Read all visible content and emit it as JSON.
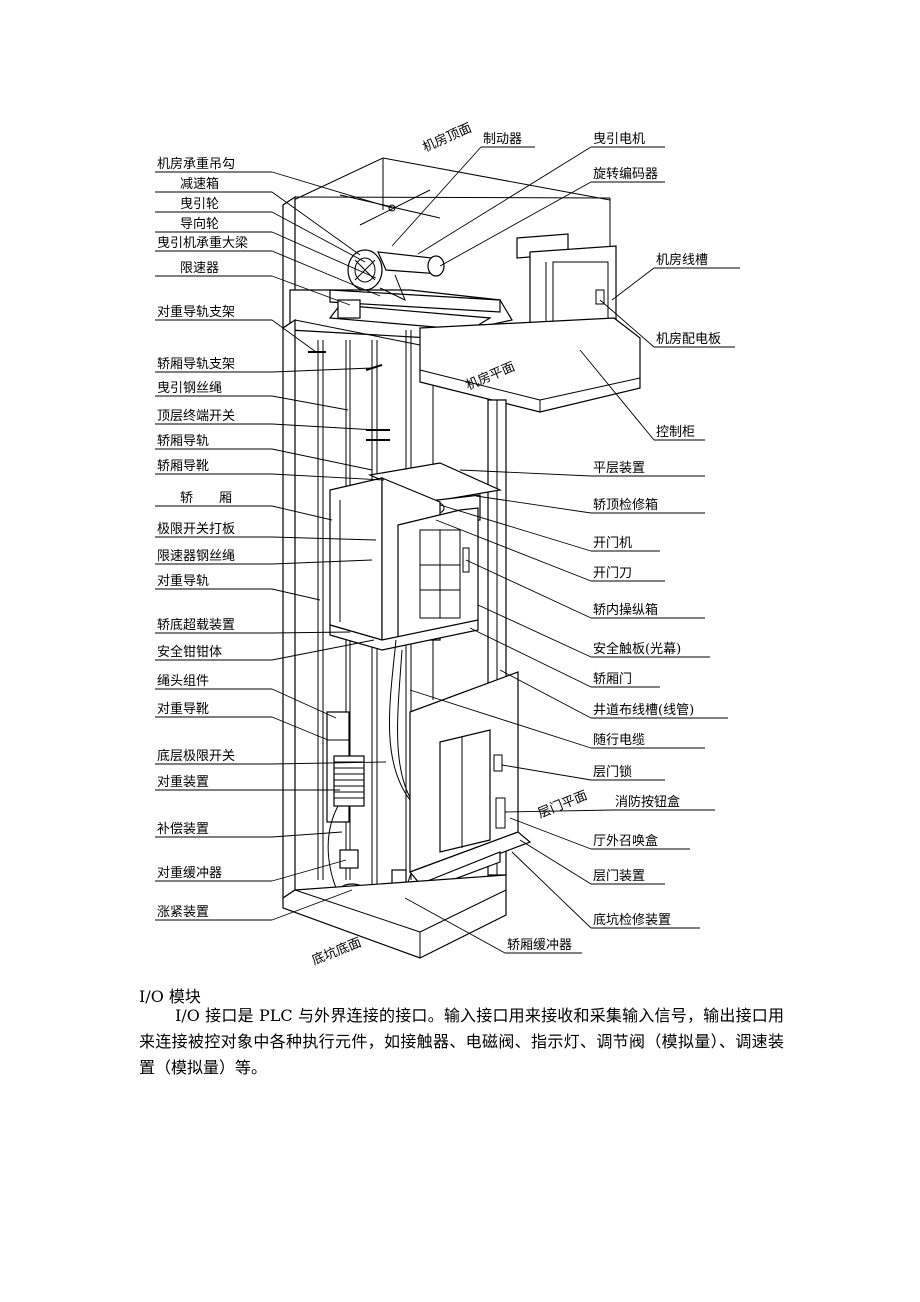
{
  "diagram": {
    "plane_labels": {
      "machine_room_top": "机房顶面",
      "machine_room_floor": "机房平面",
      "landing_floor": "层门平面",
      "pit_floor": "底坑底面"
    },
    "left_labels": [
      "机房承重吊勾",
      "减速箱",
      "曳引轮",
      "导向轮",
      "曳引机承重大梁",
      "限速器",
      "对重导轨支架",
      "轿厢导轨支架",
      "曳引钢丝绳",
      "顶层终端开关",
      "轿厢导轨",
      "轿厢导靴",
      "轿　　厢",
      "极限开关打板",
      "限速器钢丝绳",
      "对重导轨",
      "轿底超载装置",
      "安全钳钳体",
      "绳头组件",
      "对重导靴",
      "底层极限开关",
      "对重装置",
      "补偿装置",
      "对重缓冲器",
      "涨紧装置"
    ],
    "top_labels": [
      "制动器",
      "曳引电机",
      "旋转编码器"
    ],
    "right_labels": [
      "机房线槽",
      "机房配电板",
      "控制柜",
      "平层装置",
      "轿顶检修箱",
      "开门机",
      "开门刀",
      "轿内操纵箱",
      "安全触板(光幕)",
      "轿厢门",
      "井道布线槽(线管)",
      "随行电缆",
      "层门锁",
      "消防按钮盒",
      "厅外召唤盒",
      "层门装置",
      "底坑检修装置",
      "轿厢缓冲器"
    ]
  },
  "section": {
    "heading": "I/O 模块",
    "paragraph": "I/O 接口是 PLC  与外界连接的接口。输入接口用来接收和采集输入信号，输出接口用来连接被控对象中各种执行元件，如接触器、电磁阀、指示灯、调节阀（模拟量）、调速装置（模拟量）等。"
  }
}
